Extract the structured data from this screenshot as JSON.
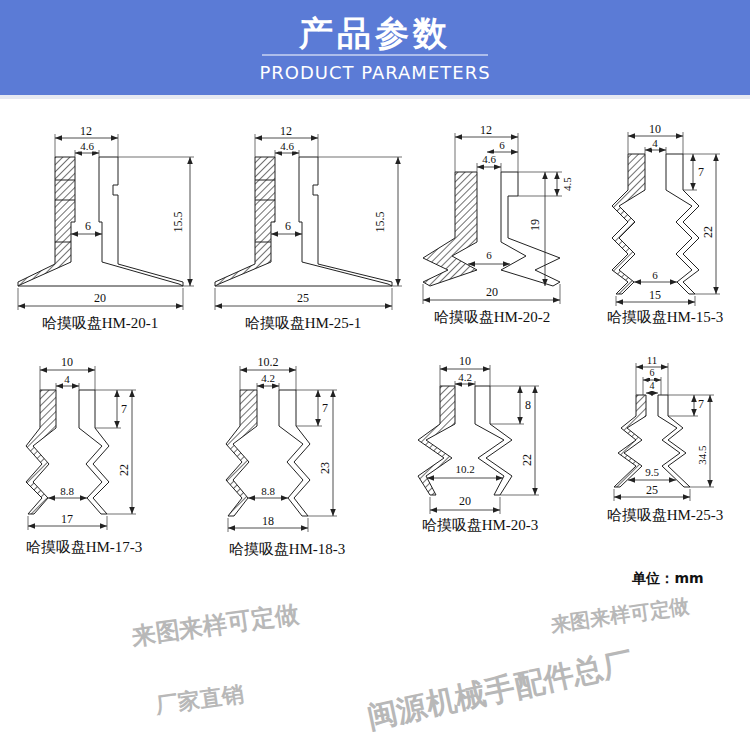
{
  "diagram": {
    "title": "产品参数",
    "labels": [
      "PRODUCT PARAMETERS",
      "12",
      "4.6",
      "6",
      "15.5",
      "20",
      "哈摸吸盘HM-20-1",
      "12",
      "4.6",
      "6",
      "15.5",
      "25",
      "哈摸吸盘HM-25-1",
      "12",
      "6",
      "4.6",
      "4.5",
      "19",
      "6",
      "20",
      "哈摸吸盘HM-20-2",
      "10",
      "4",
      "7",
      "22",
      "6",
      "15",
      "哈摸吸盘HM-15-3",
      "10",
      "4",
      "7",
      "22",
      "8.8",
      "17",
      "哈摸吸盘HM-17-3",
      "10.2",
      "4.2",
      "7",
      "23",
      "8.8",
      "18",
      "哈摸吸盘HM-18-3",
      "10",
      "4.2",
      "8",
      "22",
      "10.2",
      "20",
      "哈摸吸盘HM-20-3",
      "11",
      "6",
      "4",
      "7",
      "34.5",
      "9.5",
      "25",
      "哈摸吸盘HM-25-3",
      "单位：mm",
      "来图来样可定做",
      "厂家直销",
      "闽源机械手配件总厂",
      "来图来样可定做"
    ]
  }
}
